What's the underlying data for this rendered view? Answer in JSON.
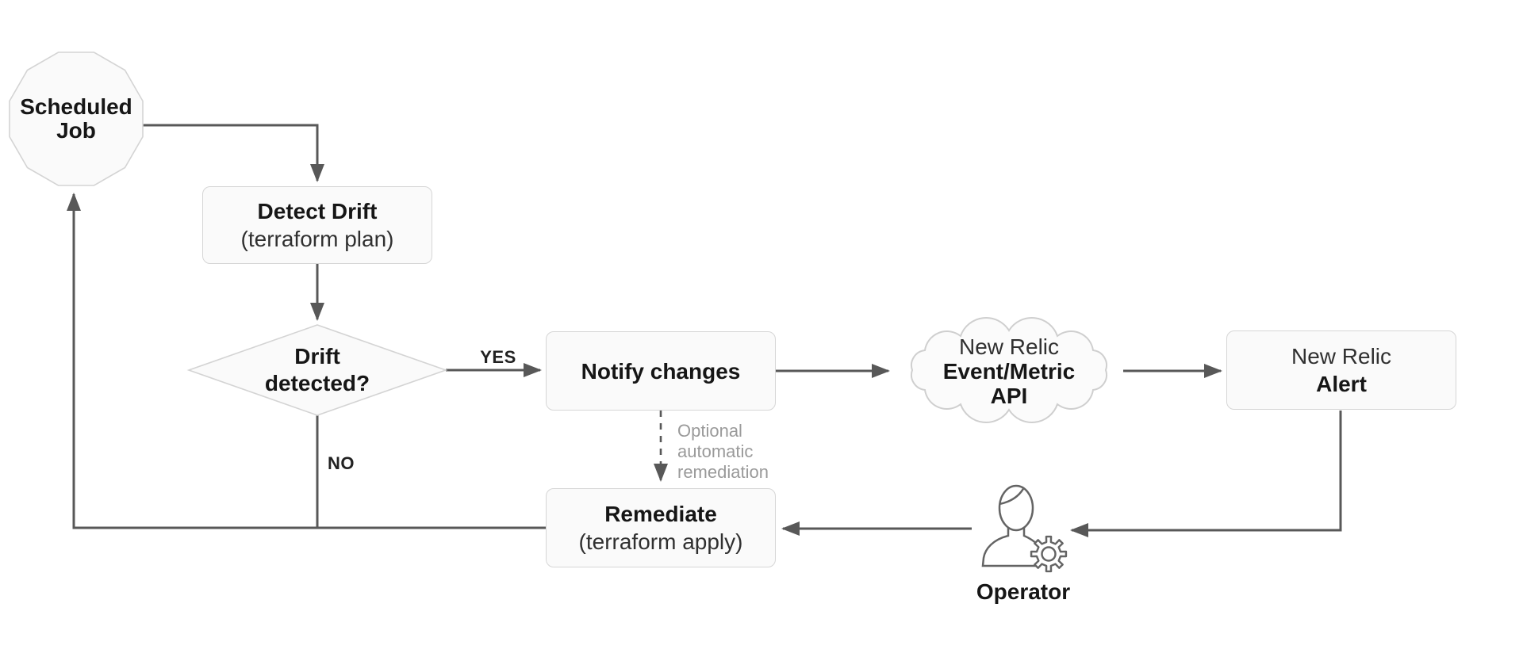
{
  "nodes": {
    "scheduled_job": {
      "line1": "Scheduled",
      "line2": "Job"
    },
    "detect_drift": {
      "title": "Detect Drift",
      "subtitle": "(terraform plan)"
    },
    "drift_decision": {
      "line1": "Drift",
      "line2": "detected?"
    },
    "notify_changes": {
      "title": "Notify changes"
    },
    "new_relic_api": {
      "line1": "New Relic",
      "line2": "Event/Metric",
      "line3": "API"
    },
    "new_relic_alert": {
      "line1": "New Relic",
      "line2": "Alert"
    },
    "remediate": {
      "title": "Remediate",
      "subtitle": "(terraform apply)"
    },
    "operator": {
      "label": "Operator"
    }
  },
  "edges": {
    "yes_label": "YES",
    "no_label": "NO",
    "optional_line1": "Optional",
    "optional_line2": "automatic",
    "optional_line3": "remediation"
  },
  "colors": {
    "background": "#ffffff",
    "node_fill": "#fafafa",
    "node_border": "#d6d6d6",
    "cloud_border": "#cfcfcf",
    "arrow": "#585858",
    "text_dark": "#161616",
    "text_regular": "#303030",
    "text_muted": "#9a9a9a",
    "icon_stroke": "#646464"
  }
}
